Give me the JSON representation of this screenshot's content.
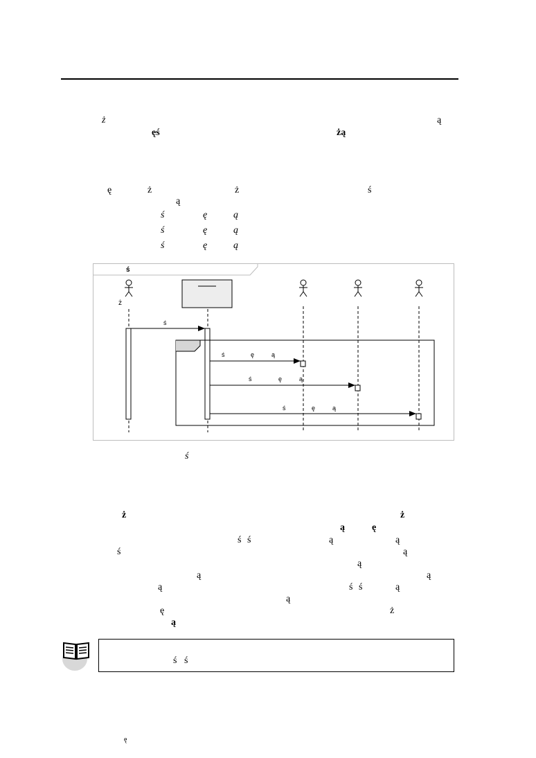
{
  "intro": {
    "glyphs": [
      "ż",
      "ą",
      "ęś",
      "żą"
    ]
  },
  "list": {
    "lead_glyphs": [
      "ę",
      "ż",
      "ż",
      "ś",
      "ą"
    ],
    "items": [
      {
        "g1": "ś",
        "g2": "ę",
        "g3": "ą"
      },
      {
        "g1": "ś",
        "g2": "ę",
        "g3": "ą"
      },
      {
        "g1": "ś",
        "g2": "ę",
        "g3": "ą"
      }
    ]
  },
  "diagram": {
    "frame_label": "ś",
    "actor_left_label": "ż",
    "message_top": "ś",
    "messages": [
      {
        "g1": "ś",
        "g2": "ę",
        "g3": "ą"
      },
      {
        "g1": "ś",
        "g2": "ę",
        "g3": "ą"
      },
      {
        "g1": "ś",
        "g2": "ę",
        "g3": "ą"
      }
    ]
  },
  "caption": {
    "glyph": "ś"
  },
  "body": {
    "glyphs": [
      "ż",
      "ż",
      "ą",
      "ę",
      "ś",
      "ś",
      "ą",
      "ą",
      "ś",
      "ą",
      "ą",
      "ą",
      "ą",
      "ą",
      "ś",
      "ś",
      "ą",
      "ą",
      "ę",
      "ż",
      "ą"
    ]
  },
  "note": {
    "glyphs": [
      "ś",
      "ś"
    ]
  },
  "footer": {
    "glyph": "ę"
  }
}
